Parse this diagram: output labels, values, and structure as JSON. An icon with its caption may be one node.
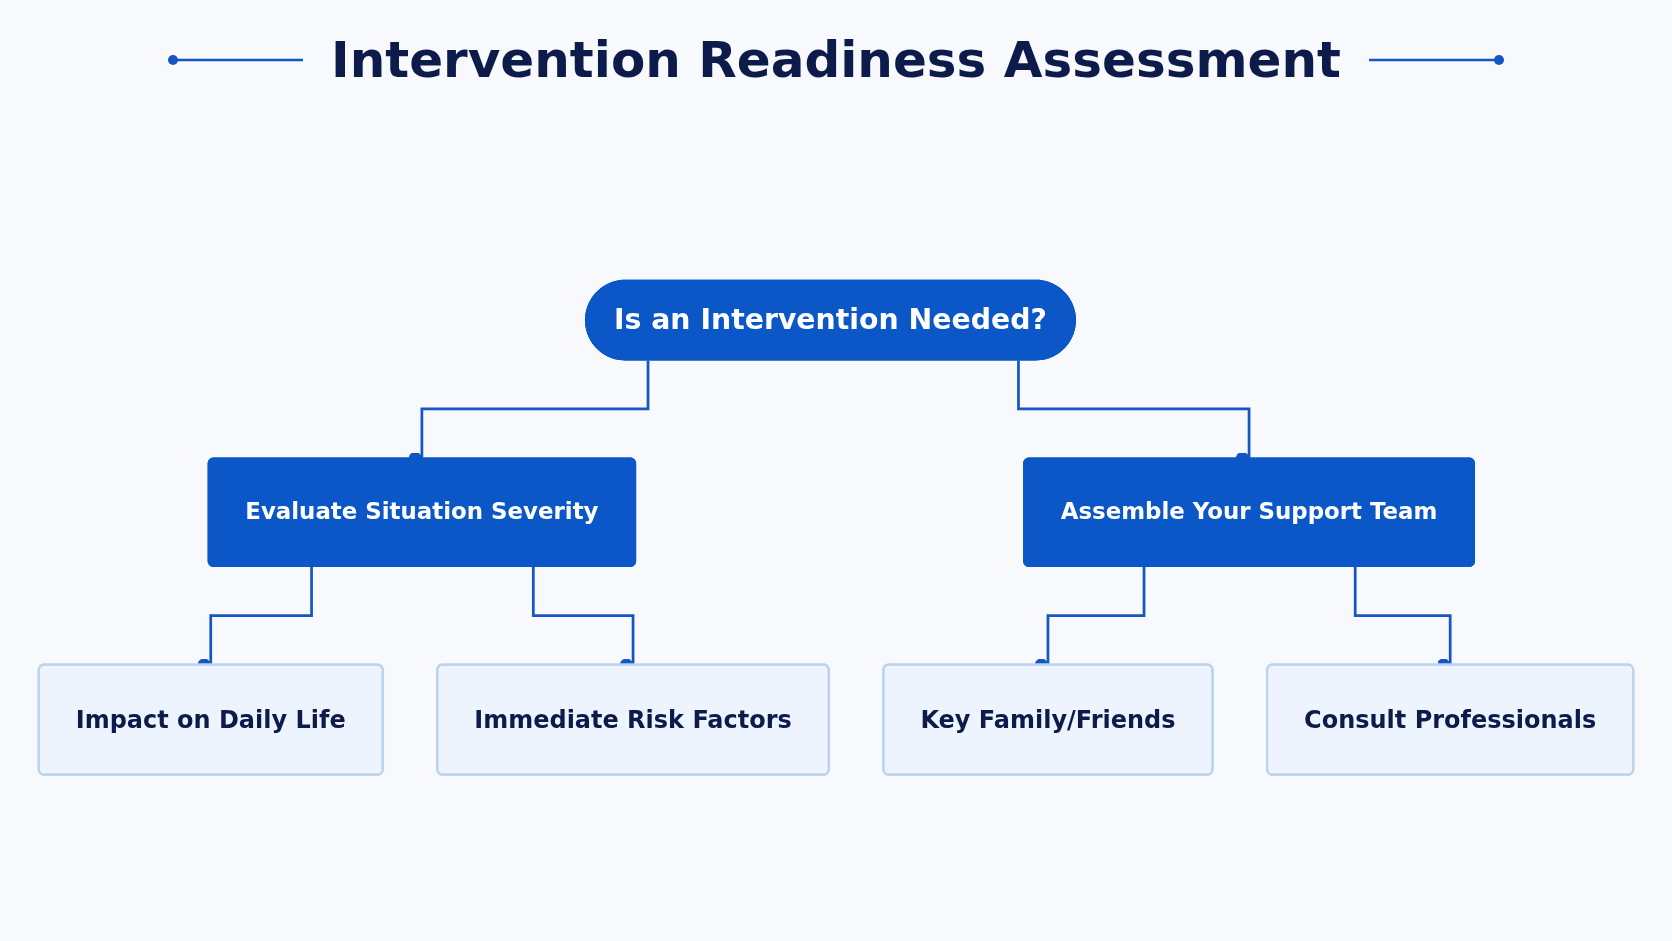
{
  "diagram": {
    "title": "Intervention Readiness Assessment",
    "nodes": [
      {
        "text": [
          "Is an Intervention Needed?"
        ]
      },
      {
        "text": [
          "Evaluate Situation Severity"
        ]
      },
      {
        "text": [
          "Assemble Your Support Team"
        ]
      },
      {
        "text": [
          "Impact on Daily Life"
        ]
      },
      {
        "text": [
          "Immediate Risk Factors"
        ]
      },
      {
        "text": [
          "Key Family/Friends"
        ]
      },
      {
        "text": [
          "Consult Professionals"
        ]
      }
    ],
    "edges": [
      {
        "from": 0,
        "to": 1,
        "arrow": "other"
      },
      {
        "from": 0,
        "to": 2,
        "arrow": "other"
      },
      {
        "from": 1,
        "to": 3,
        "arrow": "other"
      },
      {
        "from": 1,
        "to": 4,
        "arrow": "other"
      },
      {
        "from": 2,
        "to": 5,
        "arrow": "other"
      },
      {
        "from": 2,
        "to": 6,
        "arrow": "other"
      }
    ]
  }
}
